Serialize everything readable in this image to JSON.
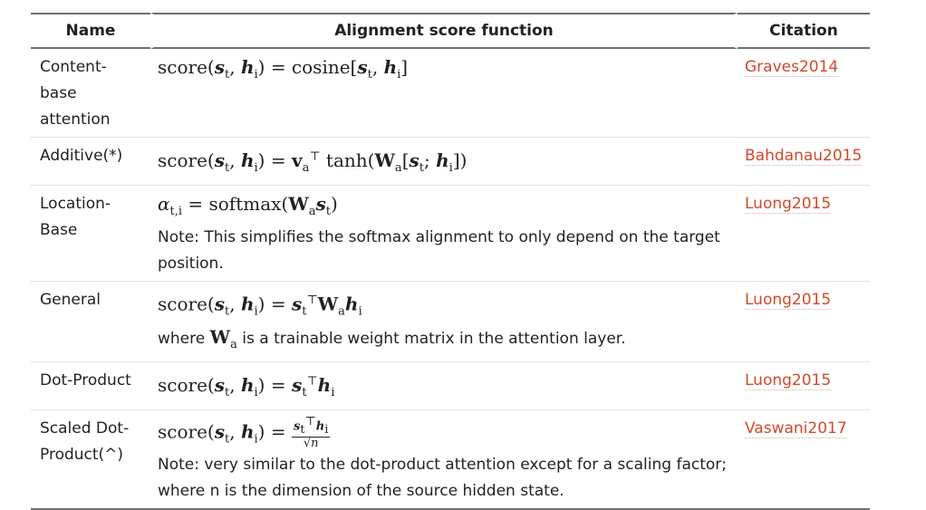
{
  "headers": {
    "name": "Name",
    "function": "Alignment score function",
    "citation": "Citation"
  },
  "rows": [
    {
      "name": "Content-base attention",
      "citation": "Graves2014"
    },
    {
      "name": "Additive(*)",
      "citation": "Bahdanau2015"
    },
    {
      "name": "Location-Base",
      "note": "Note: This simplifies the softmax alignment to only depend on the target position.",
      "citation": "Luong2015"
    },
    {
      "name": "General",
      "note_prefix": "where",
      "note_suffix": "is a trainable weight matrix in the attention layer.",
      "citation": "Luong2015"
    },
    {
      "name": "Dot-Product",
      "citation": "Luong2015"
    },
    {
      "name": "Scaled Dot-Product(^)",
      "note": "Note: very similar to the dot-product attention except for a scaling factor; where n is the dimension of the source hidden state.",
      "citation": "Vaswani2017"
    }
  ]
}
